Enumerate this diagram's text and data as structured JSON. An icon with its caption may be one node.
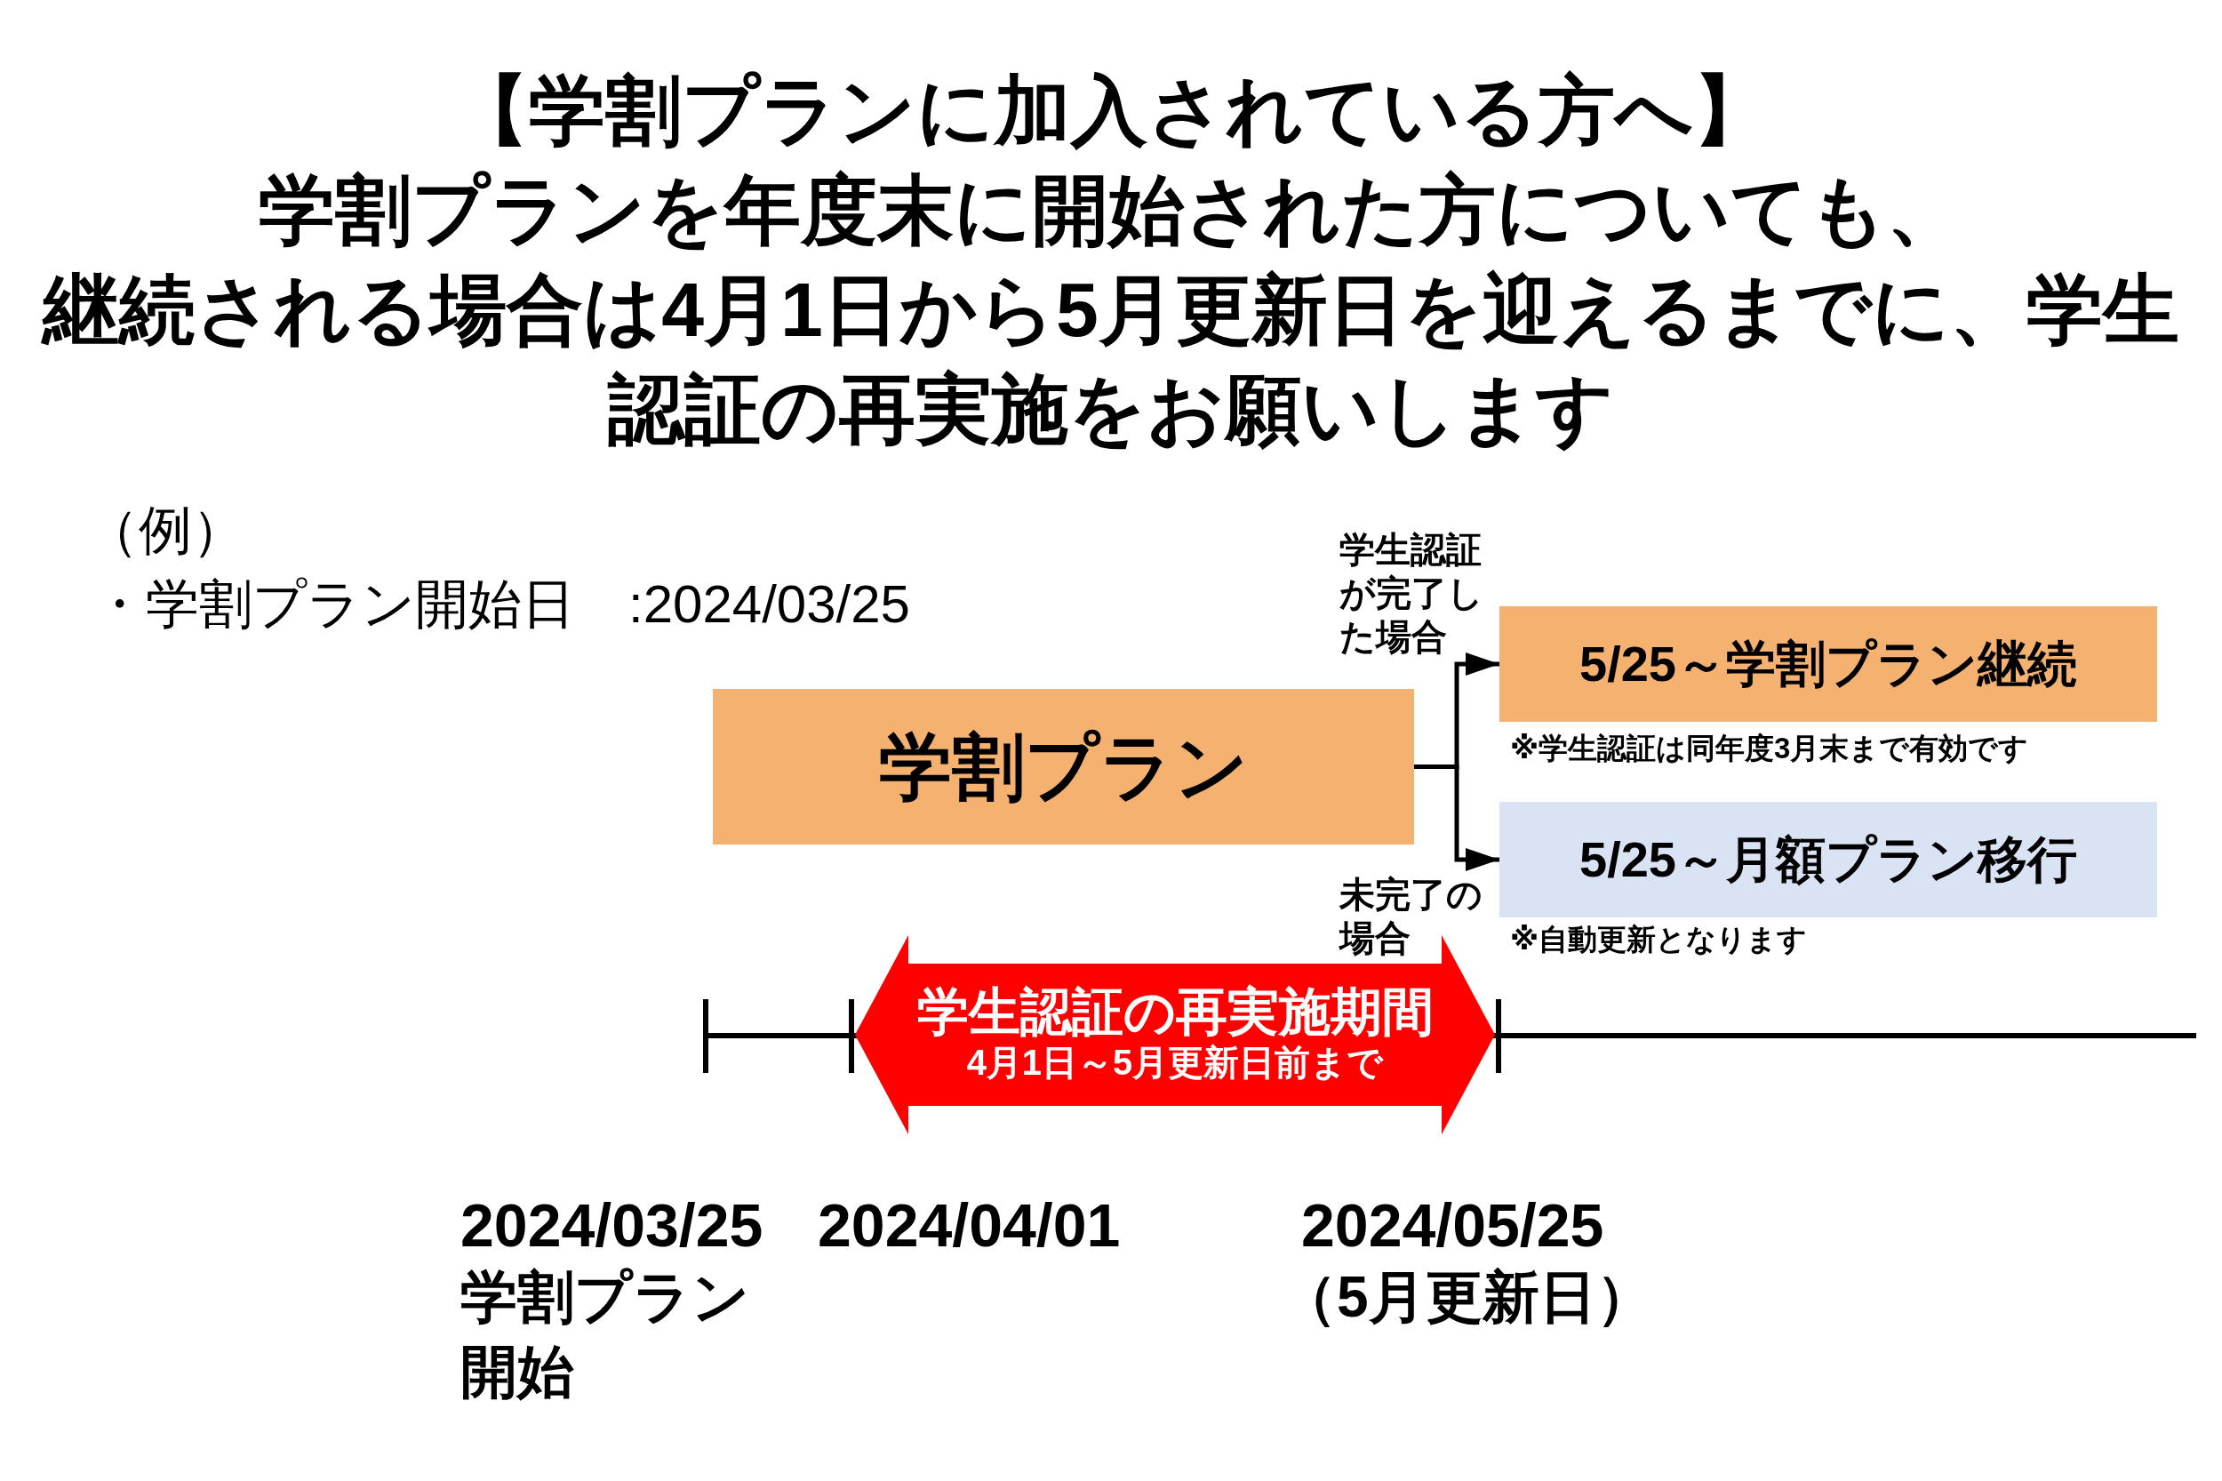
{
  "diagram": {
    "title": "【学割プランに加入されている方へ】",
    "nodes": [
      {
        "text": [
          "学割プラン"
        ]
      },
      {
        "text": [
          "5/25～学割プラン継続"
        ],
        "beside": [
          "※学生認証は同年度3月末まで有効です"
        ]
      },
      {
        "text": [
          "5/25～月額プラン移行"
        ],
        "beside": [
          "※自動更新となります"
        ]
      },
      {
        "text": [
          "学生認証の再実施期間",
          "4月1日～5月更新日前まで"
        ]
      }
    ],
    "edges": [
      {
        "from": 0,
        "to": 1,
        "arrow": "to",
        "label": "学生認証が完了した場合"
      },
      {
        "from": 0,
        "to": 2,
        "arrow": "to",
        "label": "未完了の場合"
      }
    ],
    "labels": [
      "学割プランを年度末に開始された方についても、",
      "継続される場合は4月1日から5月更新日を迎えるまでに、学生認証の再実施をお願いします",
      "（例）",
      "・学割プラン開始日　:2024/03/25",
      "2024/03/25",
      "学割プラン開始",
      "2024/04/01",
      "2024/05/25",
      "（5月更新日）"
    ]
  }
}
